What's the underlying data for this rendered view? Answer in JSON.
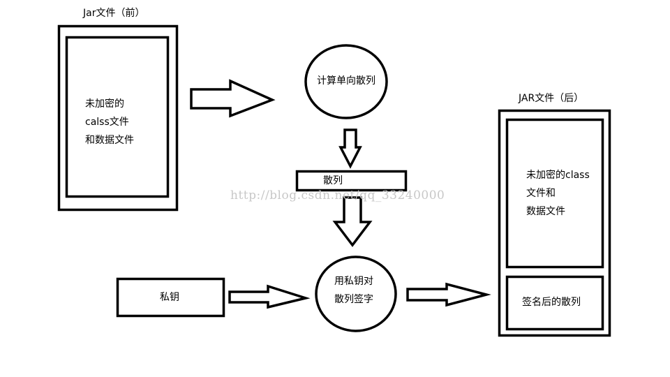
{
  "jar_before": {
    "title": "Jar文件（前）",
    "lines": [
      "未加密的",
      "calss文件",
      "和数据文件"
    ]
  },
  "compute_hash": "计算单向散列",
  "hash": "散列",
  "private_key": "私钥",
  "sign": {
    "lines": [
      "用私钥对",
      "散列签字"
    ]
  },
  "jar_after": {
    "title": "JAR文件（后）",
    "content_lines": [
      "未加密的class",
      "文件和",
      "数据文件"
    ],
    "signed_hash": "签名后的散列"
  },
  "watermark": "http://blog.csdn.net/qq_33240000"
}
